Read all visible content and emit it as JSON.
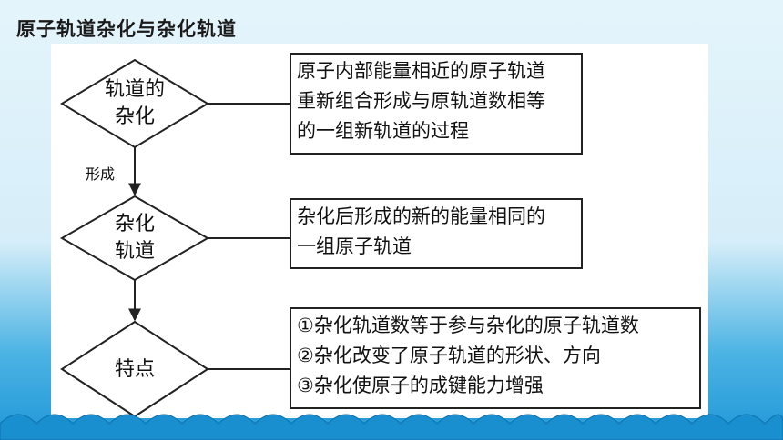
{
  "title": "原子轨道杂化与杂化轨道",
  "nodes": [
    {
      "label_lines": [
        "轨道的",
        "杂化"
      ],
      "desc_lines": [
        "原子内部能量相近的原子轨道",
        "重新组合形成与原轨道数相等",
        "的一组新轨道的过程"
      ]
    },
    {
      "label_lines": [
        "杂化",
        "轨道"
      ],
      "desc_lines": [
        "杂化后形成的新的能量相同的",
        "一组原子轨道"
      ]
    },
    {
      "label_lines": [
        "特点"
      ],
      "desc_lines": [
        "①杂化轨道数等于参与杂化的原子轨道数",
        "②杂化改变了原子轨道的形状、方向",
        "③杂化使原子的成键能力增强"
      ]
    }
  ],
  "edge_label": "形成",
  "colors": {
    "line": "#222222",
    "sky": "#d6eef9",
    "sea": "#1f97d8"
  }
}
